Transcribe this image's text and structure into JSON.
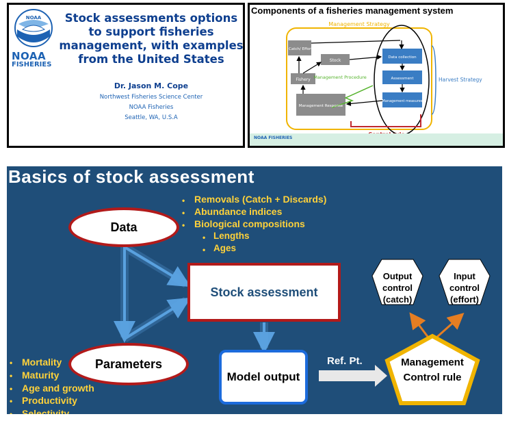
{
  "slide1": {
    "logo_text": "NOAA",
    "brand_word": "NOAA",
    "brand_sub": "FISHERIES",
    "title": "Stock assessments options to support fisheries management, with examples from the United States",
    "author": "Dr. Jason M. Cope",
    "affiliation": [
      "Northwest Fisheries Science Center",
      "NOAA Fisheries",
      "Seattle, WA, U.S.A"
    ]
  },
  "slide2": {
    "title": "Components of a fisheries management system",
    "labels": {
      "management_strategy": "Management Strategy",
      "catch_effort": "Catch/ Effort",
      "stock": "Stock",
      "fishery": "Fishery",
      "management_procedure": "Management Procedure",
      "management_response": "Management Response",
      "data_collection": "Data collection",
      "assessment": "Assessment",
      "management_measures": "Management measures",
      "harvest_strategy": "Harvest Strategy",
      "control_rule": "Control rule"
    },
    "footer_logo": "NOAA FISHERIES"
  },
  "slide3": {
    "title": "Basics of stock assessment",
    "data_bullets": [
      "Removals (Catch + Discards)",
      "Abundance indices",
      "Biological compositions"
    ],
    "data_sub_bullets": [
      "Lengths",
      "Ages"
    ],
    "param_bullets": [
      "Mortality",
      "Maturity",
      "Age and growth",
      "Productivity",
      "Selectivity"
    ],
    "data_label": "Data",
    "parameters_label": "Parameters",
    "stock_assessment_label": "Stock assessment",
    "model_output_label": "Model output",
    "ref_pt_label": "Ref. Pt.",
    "management_label": "Management Control rule",
    "output_control_label": "Output control (catch)",
    "input_control_label": "Input control (effort)"
  },
  "colors": {
    "slide_bg": "#1f4e79",
    "bullet_text": "#ffd23a",
    "oval_border": "#b21a1a",
    "model_border": "#1c6bdc",
    "pentagon_border": "#f0b400",
    "arrow_orange": "#e67e22",
    "noaa_blue": "#1d62b3"
  }
}
